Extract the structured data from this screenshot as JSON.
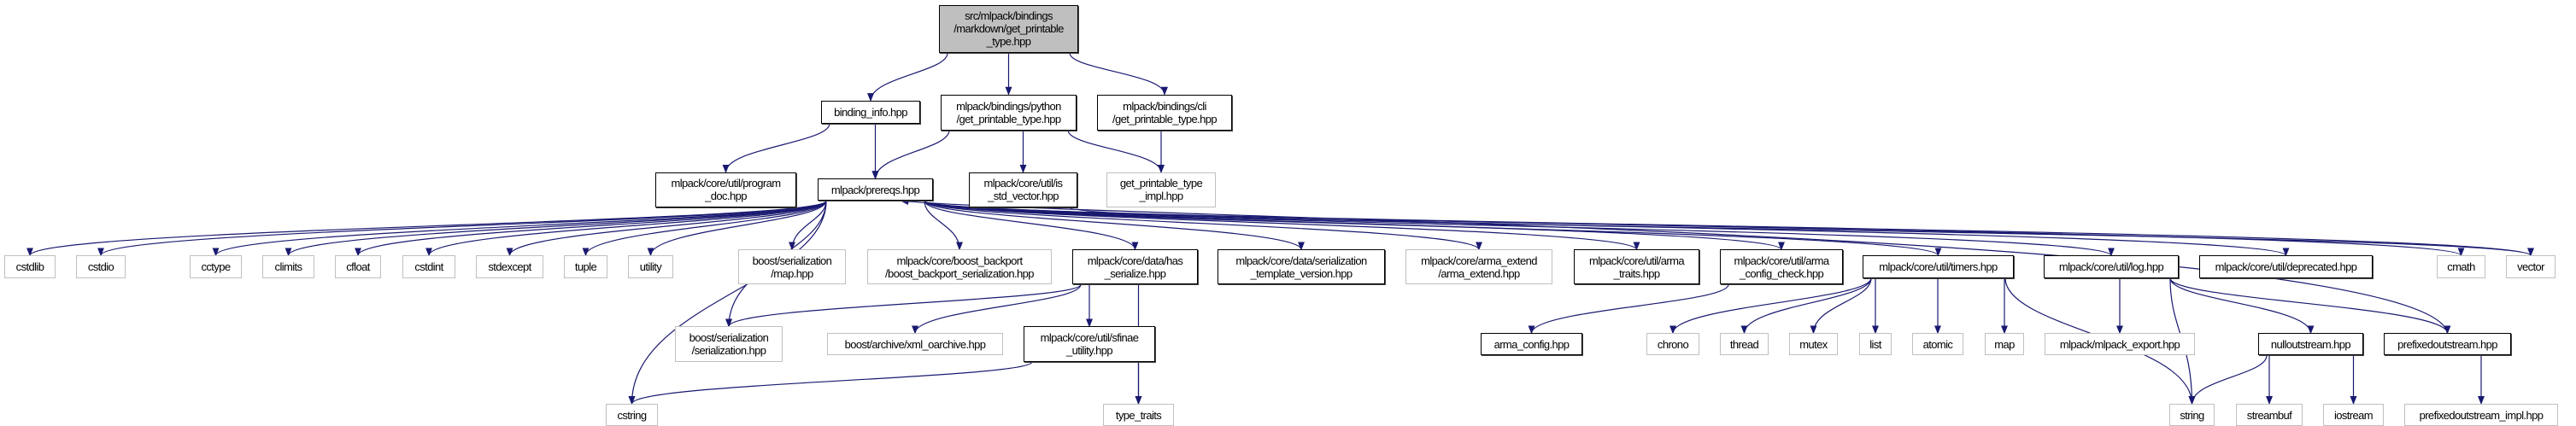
{
  "graph": {
    "edge_color": "#191970",
    "root_fill": "#bfbfbf",
    "nodes": [
      {
        "id": "root",
        "label": "src/mlpack/bindings\n/markdown/get_printable\n_type.hpp",
        "style": "root"
      },
      {
        "id": "binding_info",
        "label": "binding_info.hpp",
        "style": "linked"
      },
      {
        "id": "python_gpt",
        "label": "mlpack/bindings/python\n/get_printable_type.hpp",
        "style": "linked"
      },
      {
        "id": "cli_gpt",
        "label": "mlpack/bindings/cli\n/get_printable_type.hpp",
        "style": "linked"
      },
      {
        "id": "program_doc",
        "label": "mlpack/core/util/program\n_doc.hpp",
        "style": "linked"
      },
      {
        "id": "prereqs",
        "label": "mlpack/prereqs.hpp",
        "style": "linked"
      },
      {
        "id": "is_std_vector",
        "label": "mlpack/core/util/is\n_std_vector.hpp",
        "style": "linked"
      },
      {
        "id": "gpt_impl",
        "label": "get_printable_type\n_impl.hpp",
        "style": "external"
      },
      {
        "id": "cstdlib",
        "label": "cstdlib",
        "style": "external"
      },
      {
        "id": "cstdio",
        "label": "cstdio",
        "style": "external"
      },
      {
        "id": "cctype",
        "label": "cctype",
        "style": "external"
      },
      {
        "id": "climits",
        "label": "climits",
        "style": "external"
      },
      {
        "id": "cfloat",
        "label": "cfloat",
        "style": "external"
      },
      {
        "id": "cstdint",
        "label": "cstdint",
        "style": "external"
      },
      {
        "id": "stdexcept",
        "label": "stdexcept",
        "style": "external"
      },
      {
        "id": "tuple",
        "label": "tuple",
        "style": "external"
      },
      {
        "id": "utility",
        "label": "utility",
        "style": "external"
      },
      {
        "id": "boost_map",
        "label": "boost/serialization\n/map.hpp",
        "style": "external"
      },
      {
        "id": "boost_backport",
        "label": "mlpack/core/boost_backport\n/boost_backport_serialization.hpp",
        "style": "external"
      },
      {
        "id": "has_serialize",
        "label": "mlpack/core/data/has\n_serialize.hpp",
        "style": "linked"
      },
      {
        "id": "ser_tpl_version",
        "label": "mlpack/core/data/serialization\n_template_version.hpp",
        "style": "linked"
      },
      {
        "id": "arma_extend",
        "label": "mlpack/core/arma_extend\n/arma_extend.hpp",
        "style": "external"
      },
      {
        "id": "arma_traits",
        "label": "mlpack/core/util/arma\n_traits.hpp",
        "style": "linked"
      },
      {
        "id": "arma_config_check",
        "label": "mlpack/core/util/arma\n_config_check.hpp",
        "style": "linked"
      },
      {
        "id": "timers",
        "label": "mlpack/core/util/timers.hpp",
        "style": "linked"
      },
      {
        "id": "log",
        "label": "mlpack/core/util/log.hpp",
        "style": "linked"
      },
      {
        "id": "deprecated",
        "label": "mlpack/core/util/deprecated.hpp",
        "style": "linked"
      },
      {
        "id": "cmath",
        "label": "cmath",
        "style": "external"
      },
      {
        "id": "vector",
        "label": "vector",
        "style": "external"
      },
      {
        "id": "boost_serialization",
        "label": "boost/serialization\n/serialization.hpp",
        "style": "external"
      },
      {
        "id": "xml_oarchive",
        "label": "boost/archive/xml_oarchive.hpp",
        "style": "external"
      },
      {
        "id": "sfinae",
        "label": "mlpack/core/util/sfinae\n_utility.hpp",
        "style": "linked"
      },
      {
        "id": "arma_config",
        "label": "arma_config.hpp",
        "style": "linked"
      },
      {
        "id": "chrono",
        "label": "chrono",
        "style": "external"
      },
      {
        "id": "thread",
        "label": "thread",
        "style": "external"
      },
      {
        "id": "mutex",
        "label": "mutex",
        "style": "external"
      },
      {
        "id": "list",
        "label": "list",
        "style": "external"
      },
      {
        "id": "atomic",
        "label": "atomic",
        "style": "external"
      },
      {
        "id": "map",
        "label": "map",
        "style": "external"
      },
      {
        "id": "mlpack_export",
        "label": "mlpack/mlpack_export.hpp",
        "style": "external"
      },
      {
        "id": "nulloutstream",
        "label": "nulloutstream.hpp",
        "style": "linked"
      },
      {
        "id": "prefixedoutstream",
        "label": "prefixedoutstream.hpp",
        "style": "linked"
      },
      {
        "id": "cstring",
        "label": "cstring",
        "style": "external"
      },
      {
        "id": "type_traits",
        "label": "type_traits",
        "style": "external"
      },
      {
        "id": "string",
        "label": "string",
        "style": "external"
      },
      {
        "id": "streambuf",
        "label": "streambuf",
        "style": "external"
      },
      {
        "id": "iostream",
        "label": "iostream",
        "style": "external"
      },
      {
        "id": "prefixed_impl",
        "label": "prefixedoutstream_impl.hpp",
        "style": "external"
      }
    ],
    "edges": [
      [
        "root",
        "binding_info"
      ],
      [
        "root",
        "python_gpt"
      ],
      [
        "root",
        "cli_gpt"
      ],
      [
        "binding_info",
        "program_doc"
      ],
      [
        "binding_info",
        "prereqs"
      ],
      [
        "python_gpt",
        "prereqs"
      ],
      [
        "python_gpt",
        "is_std_vector"
      ],
      [
        "python_gpt",
        "gpt_impl"
      ],
      [
        "cli_gpt",
        "gpt_impl"
      ],
      [
        "prereqs",
        "cstdlib"
      ],
      [
        "prereqs",
        "cstdio"
      ],
      [
        "prereqs",
        "cctype"
      ],
      [
        "prereqs",
        "climits"
      ],
      [
        "prereqs",
        "cfloat"
      ],
      [
        "prereqs",
        "cstdint"
      ],
      [
        "prereqs",
        "stdexcept"
      ],
      [
        "prereqs",
        "tuple"
      ],
      [
        "prereqs",
        "utility"
      ],
      [
        "prereqs",
        "boost_map"
      ],
      [
        "prereqs",
        "boost_serialization"
      ],
      [
        "prereqs",
        "cstring"
      ],
      [
        "prereqs",
        "boost_backport"
      ],
      [
        "prereqs",
        "has_serialize"
      ],
      [
        "prereqs",
        "ser_tpl_version"
      ],
      [
        "prereqs",
        "arma_extend"
      ],
      [
        "prereqs",
        "arma_traits"
      ],
      [
        "prereqs",
        "arma_config_check"
      ],
      [
        "prereqs",
        "timers"
      ],
      [
        "prereqs",
        "log"
      ],
      [
        "prereqs",
        "deprecated"
      ],
      [
        "prereqs",
        "cmath"
      ],
      [
        "prereqs",
        "vector"
      ],
      [
        "is_std_vector",
        "vector"
      ],
      [
        "has_serialize",
        "boost_serialization"
      ],
      [
        "has_serialize",
        "xml_oarchive"
      ],
      [
        "has_serialize",
        "sfinae"
      ],
      [
        "has_serialize",
        "type_traits"
      ],
      [
        "sfinae",
        "cstring"
      ],
      [
        "sfinae",
        "type_traits"
      ],
      [
        "arma_config_check",
        "arma_config"
      ],
      [
        "timers",
        "chrono"
      ],
      [
        "timers",
        "thread"
      ],
      [
        "timers",
        "mutex"
      ],
      [
        "timers",
        "list"
      ],
      [
        "timers",
        "atomic"
      ],
      [
        "timers",
        "map"
      ],
      [
        "timers",
        "string"
      ],
      [
        "log",
        "mlpack_export"
      ],
      [
        "log",
        "string"
      ],
      [
        "log",
        "nulloutstream"
      ],
      [
        "log",
        "prefixedoutstream"
      ],
      [
        "nulloutstream",
        "string"
      ],
      [
        "nulloutstream",
        "streambuf"
      ],
      [
        "nulloutstream",
        "iostream"
      ],
      [
        "prefixedoutstream",
        "prefixed_impl"
      ],
      [
        "prefixedoutstream",
        "prereqs"
      ]
    ]
  }
}
